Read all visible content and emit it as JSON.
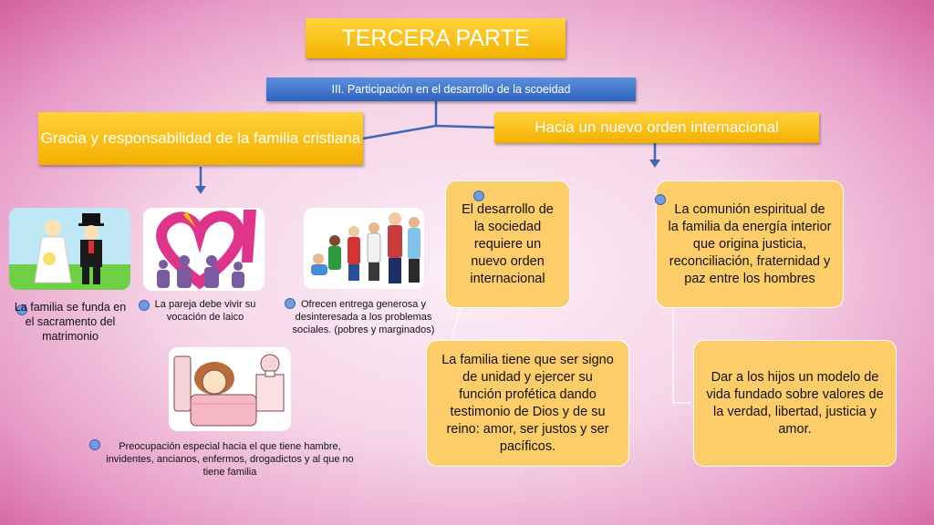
{
  "title": "TERCERA PARTE",
  "subtitle": "III. Participación en el desarrollo de la scoeidad",
  "left_branch": {
    "heading": "Gracia y responsabilidad de la familia cristiana",
    "items": [
      {
        "text": "La familia se funda en el sacramento del matrimonio",
        "image": "wedding-couple"
      },
      {
        "text": "La pareja debe vivir su vocación de laico",
        "image": "family-heart"
      },
      {
        "text": "Ofrecen entrega generosa y desinteresada a los problemas sociales. (pobres y marginados)",
        "image": "children-group"
      },
      {
        "text": "Preocupación especial hacia el que tiene hambre, invidentes, ancianos, enfermos, drogadictos y al que no tiene familia",
        "image": "sick-woman-in-bed"
      }
    ]
  },
  "right_branch": {
    "heading": "Hacia un nuevo orden internacional",
    "cards": [
      {
        "text": "El desarrollo de la sociedad requiere un nuevo orden internacional"
      },
      {
        "text": "La comunión espiritual de la familia da energía interior que origina justicia, reconciliación, fraternidad y paz entre los hombres"
      },
      {
        "text": "La familia tiene que ser signo de unidad y ejercer su función profética dando testimonio de Dios y de su reino: amor, ser justos y ser pacíficos."
      },
      {
        "text": "Dar a los hijos un modelo de vida fundado sobre valores de la verdad, libertad, justicia y amor."
      }
    ]
  },
  "colors": {
    "accent": "#f4b400",
    "blue": "#2f64c0",
    "card": "#fdcd6a"
  }
}
